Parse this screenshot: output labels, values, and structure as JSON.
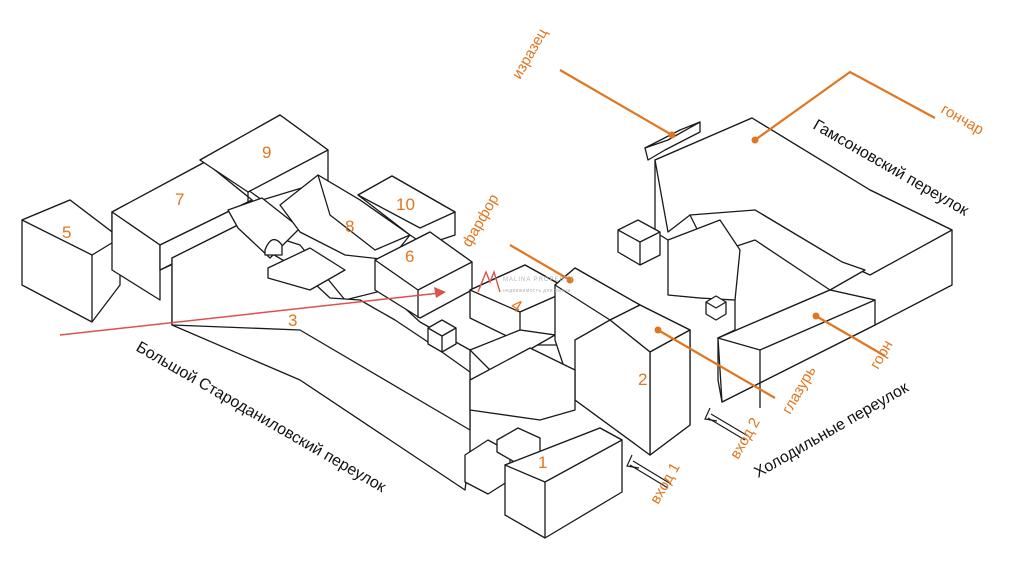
{
  "buildings": {
    "b1": "1",
    "b2": "2",
    "b3": "3",
    "b4": "4",
    "b5": "5",
    "b6": "6",
    "b7": "7",
    "b8": "8",
    "b9": "9",
    "b10": "10"
  },
  "materials": {
    "izrazets": "изразец",
    "gonchar": "гончар",
    "farfor": "фарфор",
    "glazur": "глазурь",
    "gorn": "горн"
  },
  "entries": {
    "entry1": "вход 1",
    "entry2": "вход 2"
  },
  "streets": {
    "bolshoy": "Большой Староданиловский переулок",
    "gamsonovsky": "Гамсоновский переулок",
    "kholodilny": "Холодильные переулок"
  },
  "watermark": {
    "brand": "MALINA PROPERTY",
    "tagline": "недвижимость для жизни"
  },
  "colors": {
    "accent": "#e0761f",
    "pointer": "#d9534f",
    "outline": "#1a1a1a"
  }
}
